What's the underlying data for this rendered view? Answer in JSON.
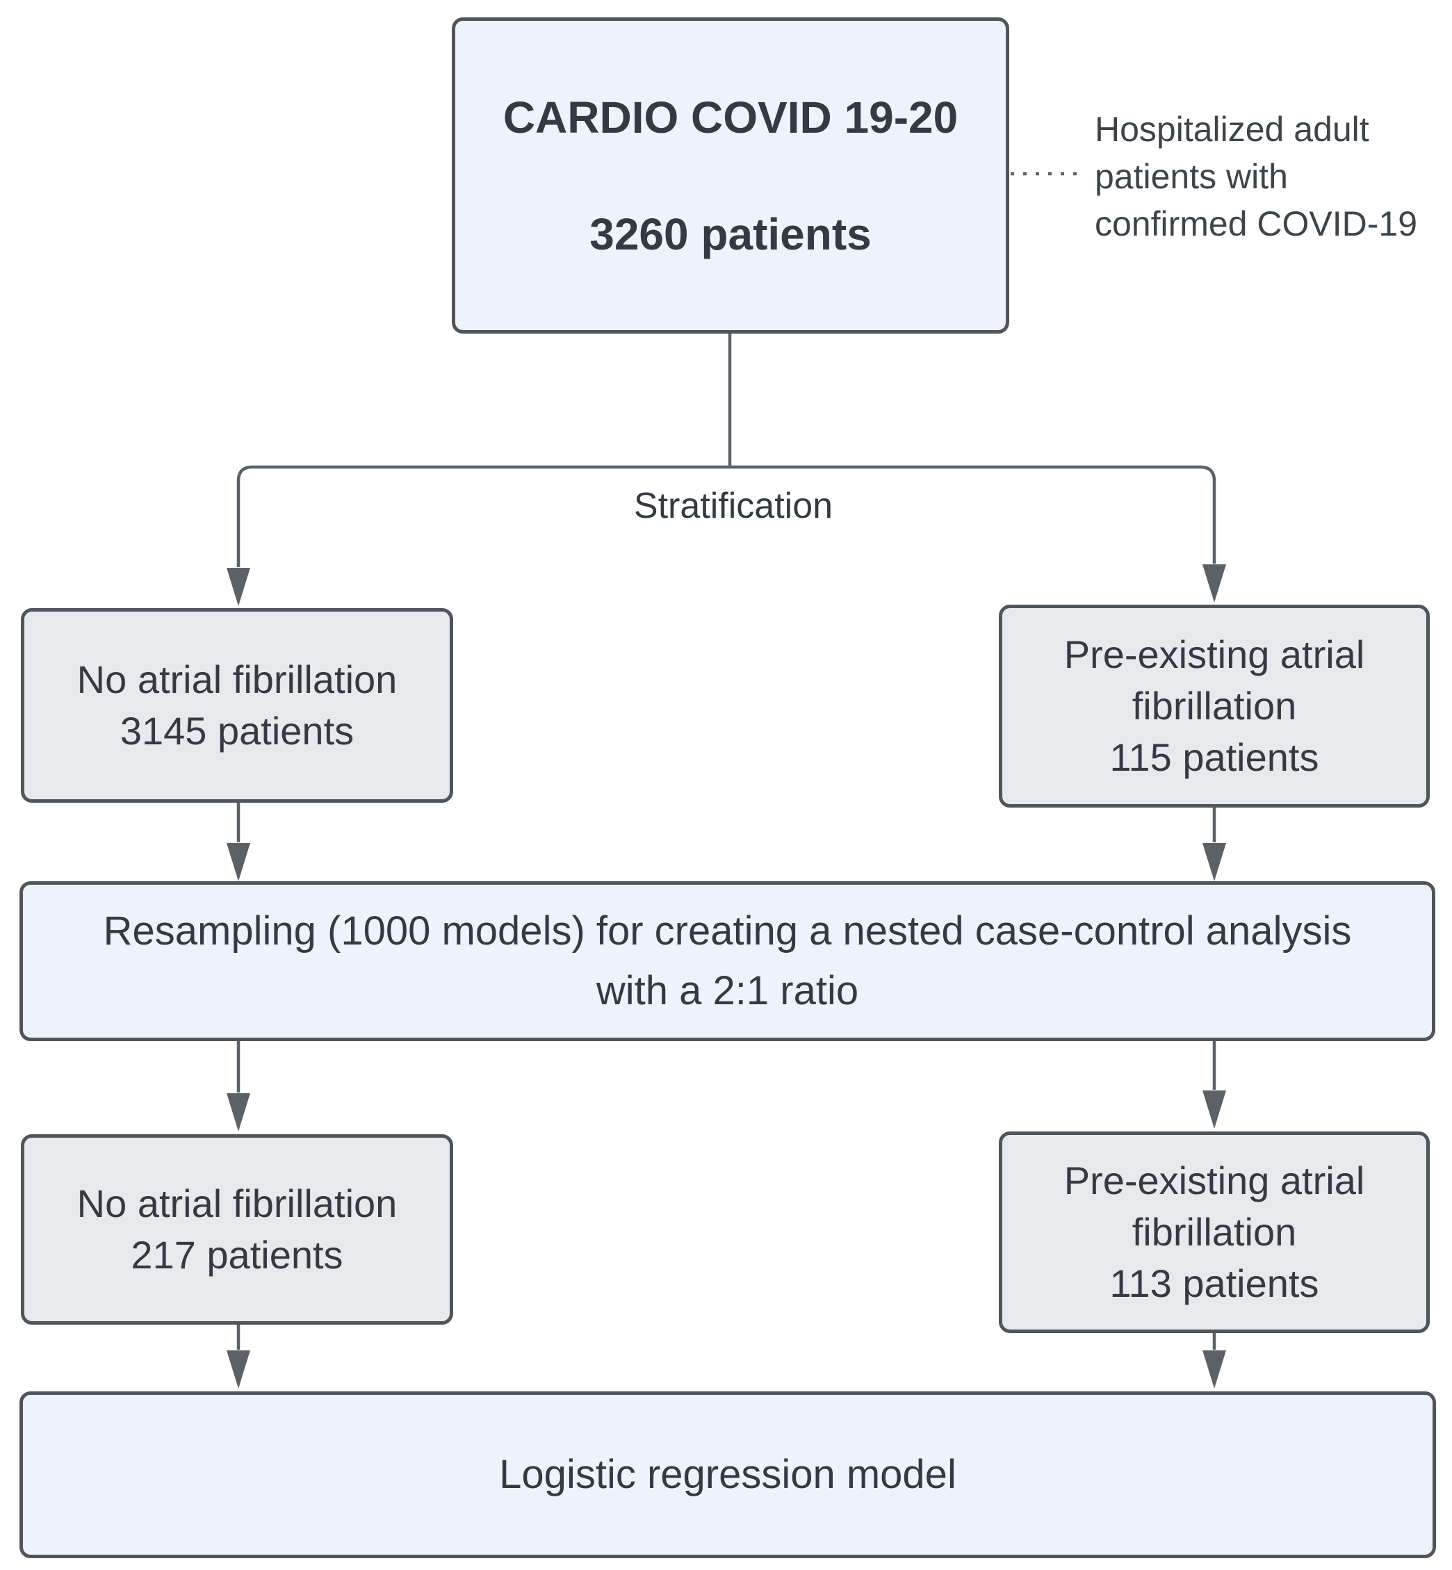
{
  "diagram": {
    "root_box": {
      "lines": [
        "CARDIO COVID 19-20",
        "3260 patients"
      ]
    },
    "annotation": {
      "lines": [
        "Hospitalized adult",
        "patients with",
        "confirmed COVID-19"
      ]
    },
    "stratification_label": "Stratification",
    "no_af_initial_box": {
      "lines": [
        "No atrial fibrillation",
        "3145 patients"
      ]
    },
    "pre_af_initial_box": {
      "lines": [
        "Pre-existing atrial",
        "fibrillation",
        "115 patients"
      ]
    },
    "resampling_box": {
      "lines": [
        "Resampling (1000 models) for creating a nested case-control analysis",
        "with a 2:1 ratio"
      ]
    },
    "no_af_resampled_box": {
      "lines": [
        "No atrial fibrillation",
        "217 patients"
      ]
    },
    "pre_af_resampled_box": {
      "lines": [
        "Pre-existing atrial",
        "fibrillation",
        "113 patients"
      ]
    },
    "logistic_box": {
      "lines": [
        "Logistic regression model"
      ]
    }
  },
  "colors": {
    "blue_fill": "#edf3fd",
    "gray_fill": "#e7e9ec",
    "border": "#4f555b",
    "line": "#5c6165",
    "text": "#343a40",
    "annotation_text": "#3f4449"
  }
}
